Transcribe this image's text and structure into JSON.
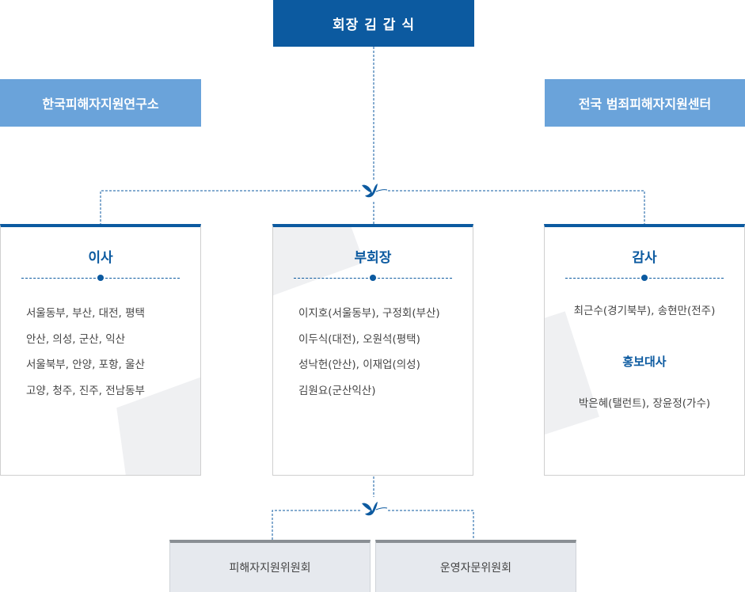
{
  "chairman": "회장  김 갑 식",
  "left_org": "한국피해자지원연구소",
  "right_org": "전국 범죄피해자지원센터",
  "directors": {
    "title": "이사",
    "items": [
      "서울동부, 부산, 대전, 평택",
      "안산, 의성, 군산, 익산",
      "서울북부, 안양, 포항, 울산",
      "고양, 청주, 진주, 전남동부"
    ]
  },
  "vice_chairs": {
    "title": "부회장",
    "items": [
      "이지호(서울동부), 구정회(부산)",
      "이두식(대전), 오원석(평택)",
      "성낙헌(안산), 이재업(의성)",
      "김원요(군산익산)"
    ]
  },
  "auditors": {
    "title": "감사",
    "members": "최근수(경기북부), 송현만(전주)",
    "ambassador_title": "홍보대사",
    "ambassadors": "박은혜(탤런트), 장윤정(가수)"
  },
  "committees": [
    "피해자지원위원회",
    "운영자문위원회"
  ],
  "colors": {
    "primary": "#0c5aa0",
    "secondary": "#6aa3da",
    "committee_bg": "#e6e9ee"
  },
  "icons": {
    "connector": "bird-icon"
  }
}
